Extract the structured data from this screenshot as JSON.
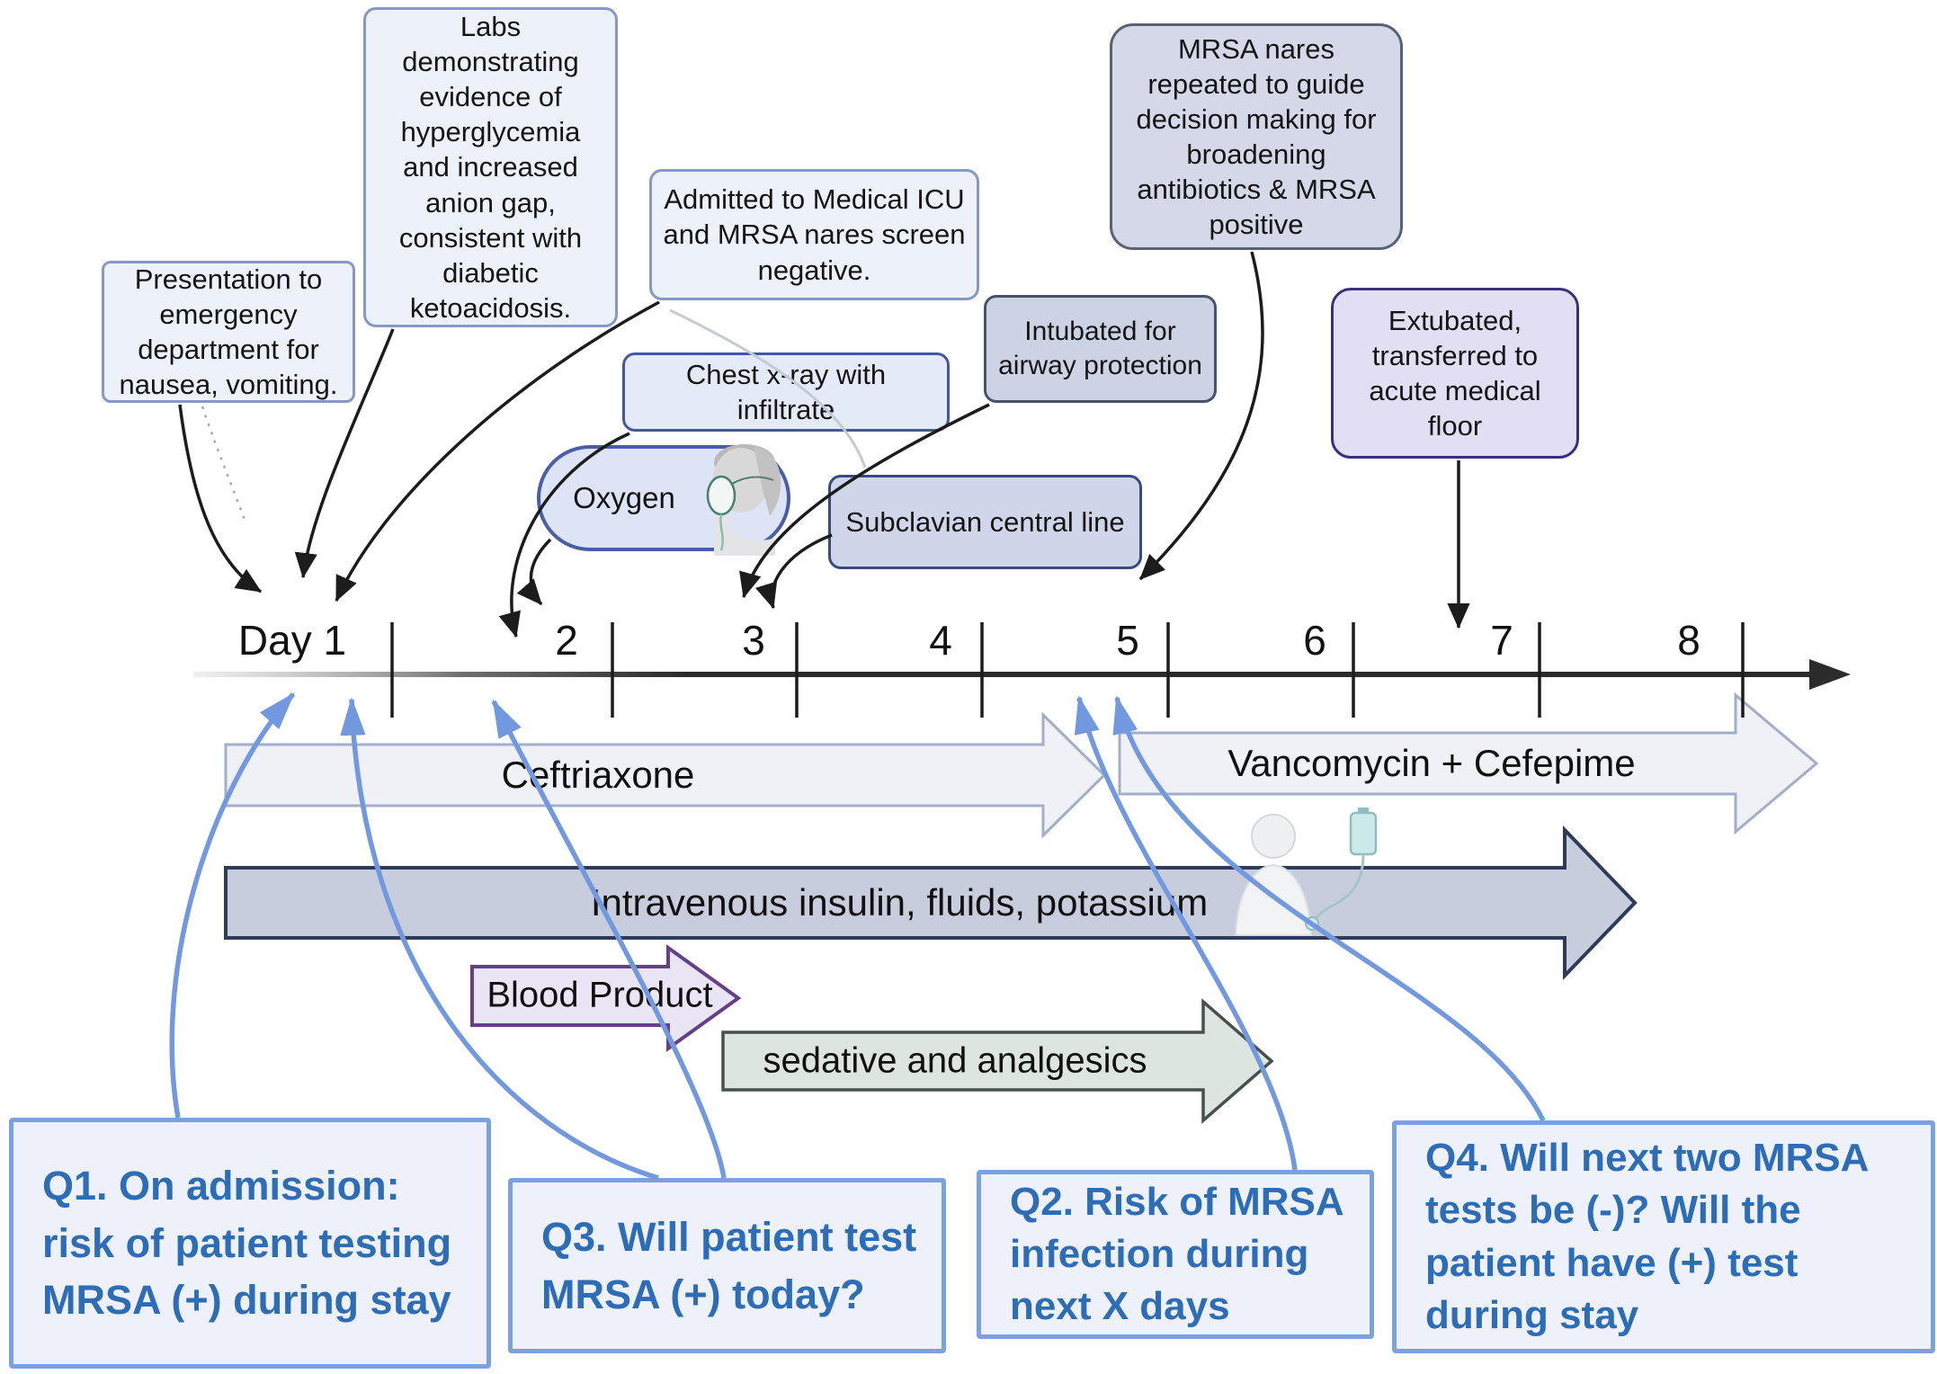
{
  "title": "Patient MRSA timeline diagram",
  "timeline": {
    "days": [
      "Day 1",
      "2",
      "3",
      "4",
      "5",
      "6",
      "7",
      "8"
    ]
  },
  "callouts": {
    "presentation": {
      "text": "Presentation to emergency department for nausea, vomiting."
    },
    "labs": {
      "text": "Labs demonstrating evidence of hyperglycemia and increased anion gap, consistent with diabetic ketoacidosis."
    },
    "admitted": {
      "text": "Admitted to Medical ICU and MRSA nares screen negative."
    },
    "chest_xray": {
      "text": "Chest x-ray with infiltrate"
    },
    "oxygen": {
      "text": "Oxygen"
    },
    "subclavian": {
      "text": "Subclavian central line"
    },
    "intubated": {
      "text": "Intubated for airway protection"
    },
    "mrsa_repeat": {
      "text": "MRSA nares repeated to guide decision making for broadening antibiotics & MRSA positive"
    },
    "extubated": {
      "text": "Extubated, transferred to acute medical floor"
    }
  },
  "medications": {
    "ceftriaxone": {
      "label": "Ceftriaxone"
    },
    "vancomycin": {
      "label": "Vancomycin + Cefepime"
    },
    "insulin": {
      "label": "Intravenous insulin, fluids, potassium"
    },
    "blood": {
      "label": "Blood Product"
    },
    "sedative": {
      "label": "sedative and analgesics"
    }
  },
  "questions": {
    "q1": {
      "text": "Q1. On admission:\nrisk of patient testing\nMRSA (+) during stay"
    },
    "q3": {
      "text": "Q3. Will patient test\nMRSA (+) today?"
    },
    "q2": {
      "text": "Q2. Risk of MRSA\ninfection during\nnext X days"
    },
    "q4": {
      "text": "Q4. Will next two MRSA\ntests be (-)? Will the\npatient have (+) test\nduring stay"
    }
  },
  "icons": {
    "oxygen_mask": "person-with-oxygen-mask-icon",
    "iv_patient": "patient-with-iv-bag-icon"
  },
  "colors": {
    "callout_light_fill": "#edf1f9",
    "callout_light_border": "#8598c6",
    "chest_fill": "#e4eaf8",
    "chest_border": "#4458a0",
    "oxygen_fill": "#dde4f6",
    "oxygen_border": "#4a5ea8",
    "subclavian_fill": "#cfd6ea",
    "subclavian_border": "#394a80",
    "intubated_fill": "#ccd3e5",
    "intubated_border": "#49526b",
    "mrsa_fill": "#d4d8e9",
    "mrsa_border": "#5a6170",
    "extubated_fill": "#e2def3",
    "extubated_border": "#3a2f7a",
    "ceftriaxone_fill": "#eff1f7",
    "ceftriaxone_border": "#a3aec9",
    "insulin_fill": "#c8cdde",
    "insulin_border": "#2f3c59",
    "blood_fill": "#eae5f4",
    "blood_border": "#643f8a",
    "sedative_fill": "#dde5e0",
    "sedative_border": "#47514b",
    "question_fill": "#eef1f9",
    "question_border": "#7aa2e0",
    "question_text": "#2d6cb7",
    "connector_blue": "#7298e0",
    "arrow_black": "#1c1c1c",
    "axis_color": "#2b2b2b"
  }
}
